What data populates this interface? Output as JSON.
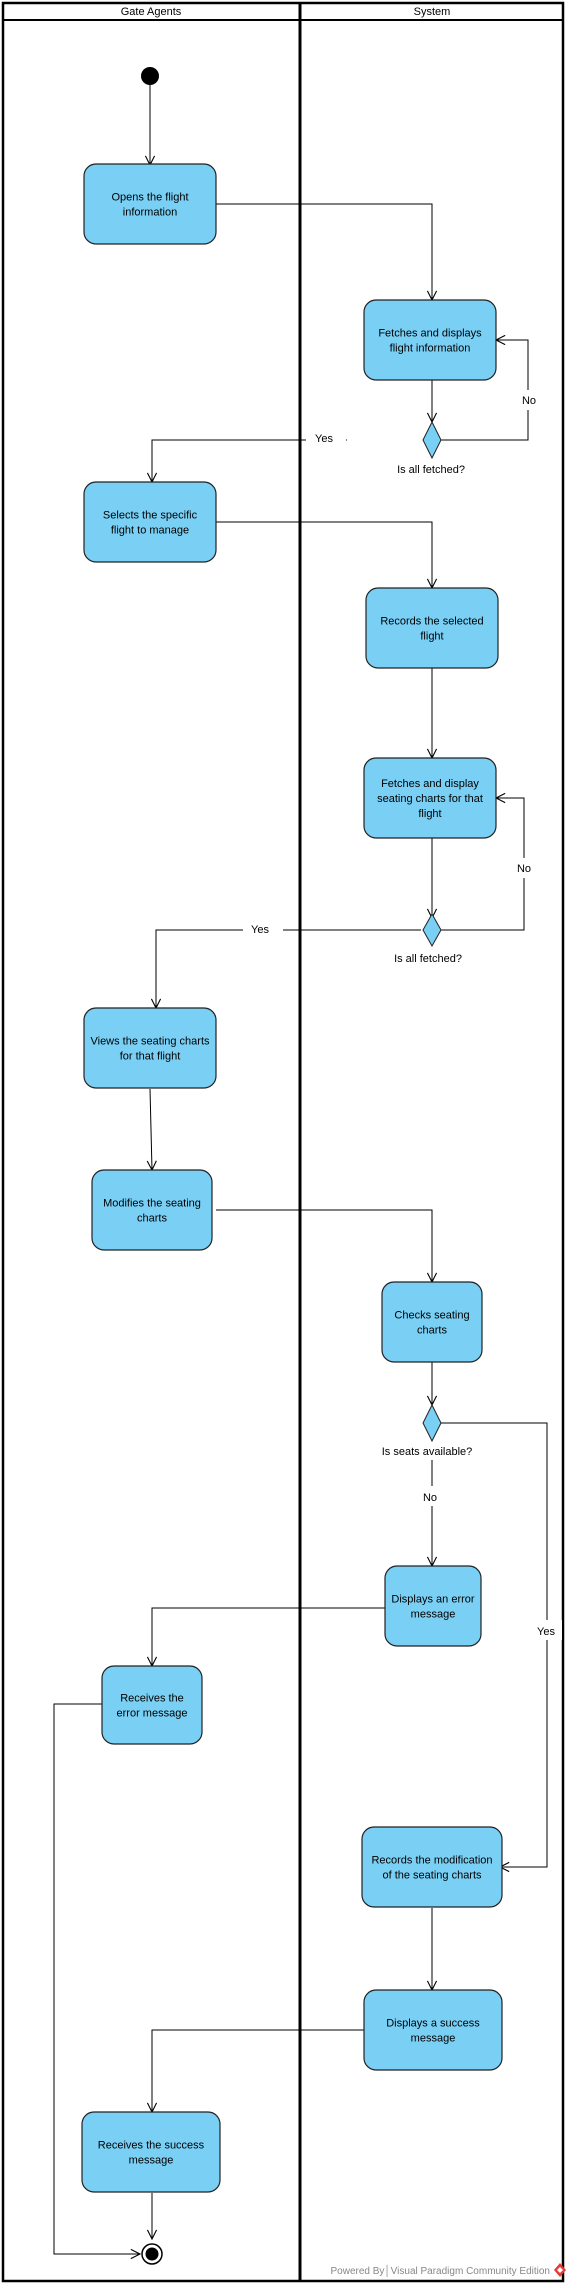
{
  "lanes": [
    "Gate Agents",
    "System"
  ],
  "activities": {
    "opens_flight_info": [
      "Opens the flight",
      "information"
    ],
    "fetch_display_info": [
      "Fetches and displays",
      "flight information"
    ],
    "select_flight": [
      "Selects the specific",
      "flight to manage"
    ],
    "record_selected": [
      "Records the selected",
      "flight"
    ],
    "fetch_seating": [
      "Fetches and display",
      "seating charts for that",
      "flight"
    ],
    "view_seating": [
      "Views the seating charts",
      "for that flight"
    ],
    "modify_seating": [
      "Modifies the seating",
      "charts"
    ],
    "check_seating": [
      "Checks seating",
      "charts"
    ],
    "display_error": [
      "Displays an error",
      "message"
    ],
    "receive_error": [
      "Receives the",
      "error message"
    ],
    "record_modification": [
      "Records the modification",
      "of the seating charts"
    ],
    "display_success": [
      "Displays a success",
      "message"
    ],
    "receive_success": [
      "Receives the success",
      "message"
    ]
  },
  "guards": {
    "d1": "Is all fetched?",
    "d2": "Is all fetched?",
    "d3": "Is seats available?"
  },
  "edge_labels": {
    "d1_yes": "Yes",
    "d1_no": "No",
    "d2_yes": "Yes",
    "d2_no": "No",
    "d3_no": "No",
    "d3_yes": "Yes"
  },
  "footer": "Powered By│Visual Paradigm Community Edition",
  "colors": {
    "activity_fill": "#79CFF4",
    "activity_stroke": "#222222",
    "decision_fill": "#79CFF4",
    "line": "#000000"
  },
  "icons": {
    "start": "initial-node",
    "end": "final-node",
    "brand": "visual-paradigm-logo-icon"
  }
}
